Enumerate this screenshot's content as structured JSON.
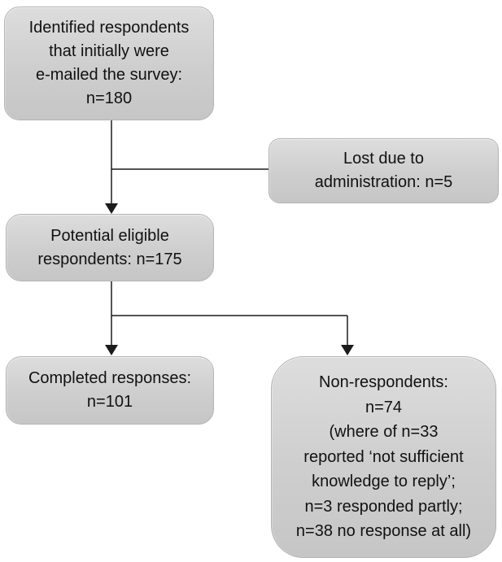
{
  "diagram": {
    "type": "flowchart",
    "colors": {
      "box_fill_top": "#dddddd",
      "box_fill_bottom": "#c6c6c6",
      "box_border": "#b3b3b3",
      "connector": "#1c1c1c",
      "text": "#111111",
      "background": "#ffffff"
    },
    "boxes": [
      {
        "id": "identified",
        "lines": [
          "Identified respondents",
          "that initially were",
          "e-mailed the survey:",
          "n=180"
        ]
      },
      {
        "id": "lost",
        "lines": [
          "Lost due to",
          "administration: n=5"
        ]
      },
      {
        "id": "eligible",
        "lines": [
          "Potential eligible",
          "respondents: n=175"
        ]
      },
      {
        "id": "completed",
        "lines": [
          "Completed responses:",
          "n=101"
        ]
      },
      {
        "id": "non_respondents",
        "lines": [
          "Non-respondents:",
          "n=74",
          "(where of n=33",
          "reported ‘not sufficient",
          "knowledge to reply’;",
          "n=3 responded partly;",
          "n=38 no response at all)"
        ]
      }
    ]
  }
}
